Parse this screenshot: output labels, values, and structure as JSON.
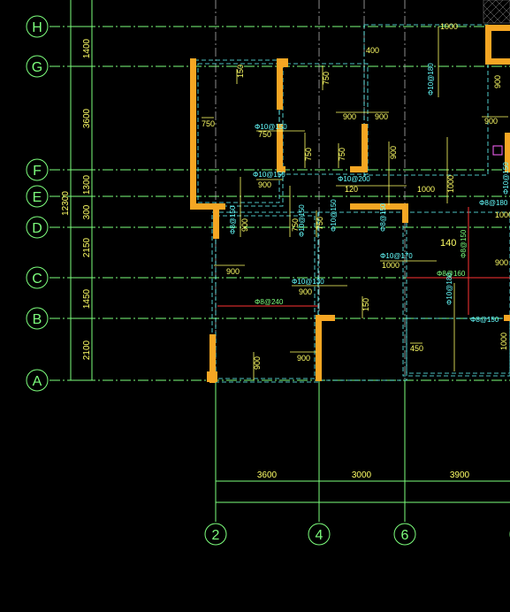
{
  "grid_rows": [
    {
      "label": "H"
    },
    {
      "label": "G"
    },
    {
      "label": "F"
    },
    {
      "label": "E"
    },
    {
      "label": "D"
    },
    {
      "label": "C"
    },
    {
      "label": "B"
    },
    {
      "label": "A"
    }
  ],
  "grid_cols": [
    {
      "label": "2"
    },
    {
      "label": "4"
    },
    {
      "label": "6"
    }
  ],
  "vertical_dims": {
    "spans": [
      "1400",
      "3600",
      "1300",
      "300",
      "2150",
      "1450",
      "2100"
    ],
    "total": "12300"
  },
  "horizontal_dims": {
    "spans": [
      "3600",
      "3000",
      "3900"
    ]
  },
  "annotations": {
    "yellow": [
      "400",
      "150",
      "750",
      "750",
      "900",
      "900",
      "900",
      "750",
      "750",
      "750",
      "120",
      "1000",
      "1000",
      "900",
      "900",
      "900",
      "750",
      "750",
      "900",
      "1000",
      "140",
      "900",
      "1000",
      "900",
      "150",
      "450",
      "900",
      "900",
      "1000",
      "1000",
      "900"
    ],
    "cyan": [
      "Φ10@180",
      "Φ10@150",
      "Φ10@200",
      "Φ10@150",
      "Φ8@150",
      "Φ10@150",
      "Φ10@150",
      "Φ8@150",
      "Φ10@170",
      "Φ10@130",
      "Φ10@180",
      "Φ8@180",
      "Φ10@150",
      "Φ8@150"
    ],
    "green": [
      "Φ8@240",
      "Φ8@160",
      "Φ8@150"
    ]
  },
  "colors": {
    "grid_line": "#7dff7d",
    "wall": "#f5a623",
    "dashed": "#66ffff",
    "yellow": "#ffff66",
    "red": "#ff3333",
    "magenta": "#ff66ff"
  }
}
